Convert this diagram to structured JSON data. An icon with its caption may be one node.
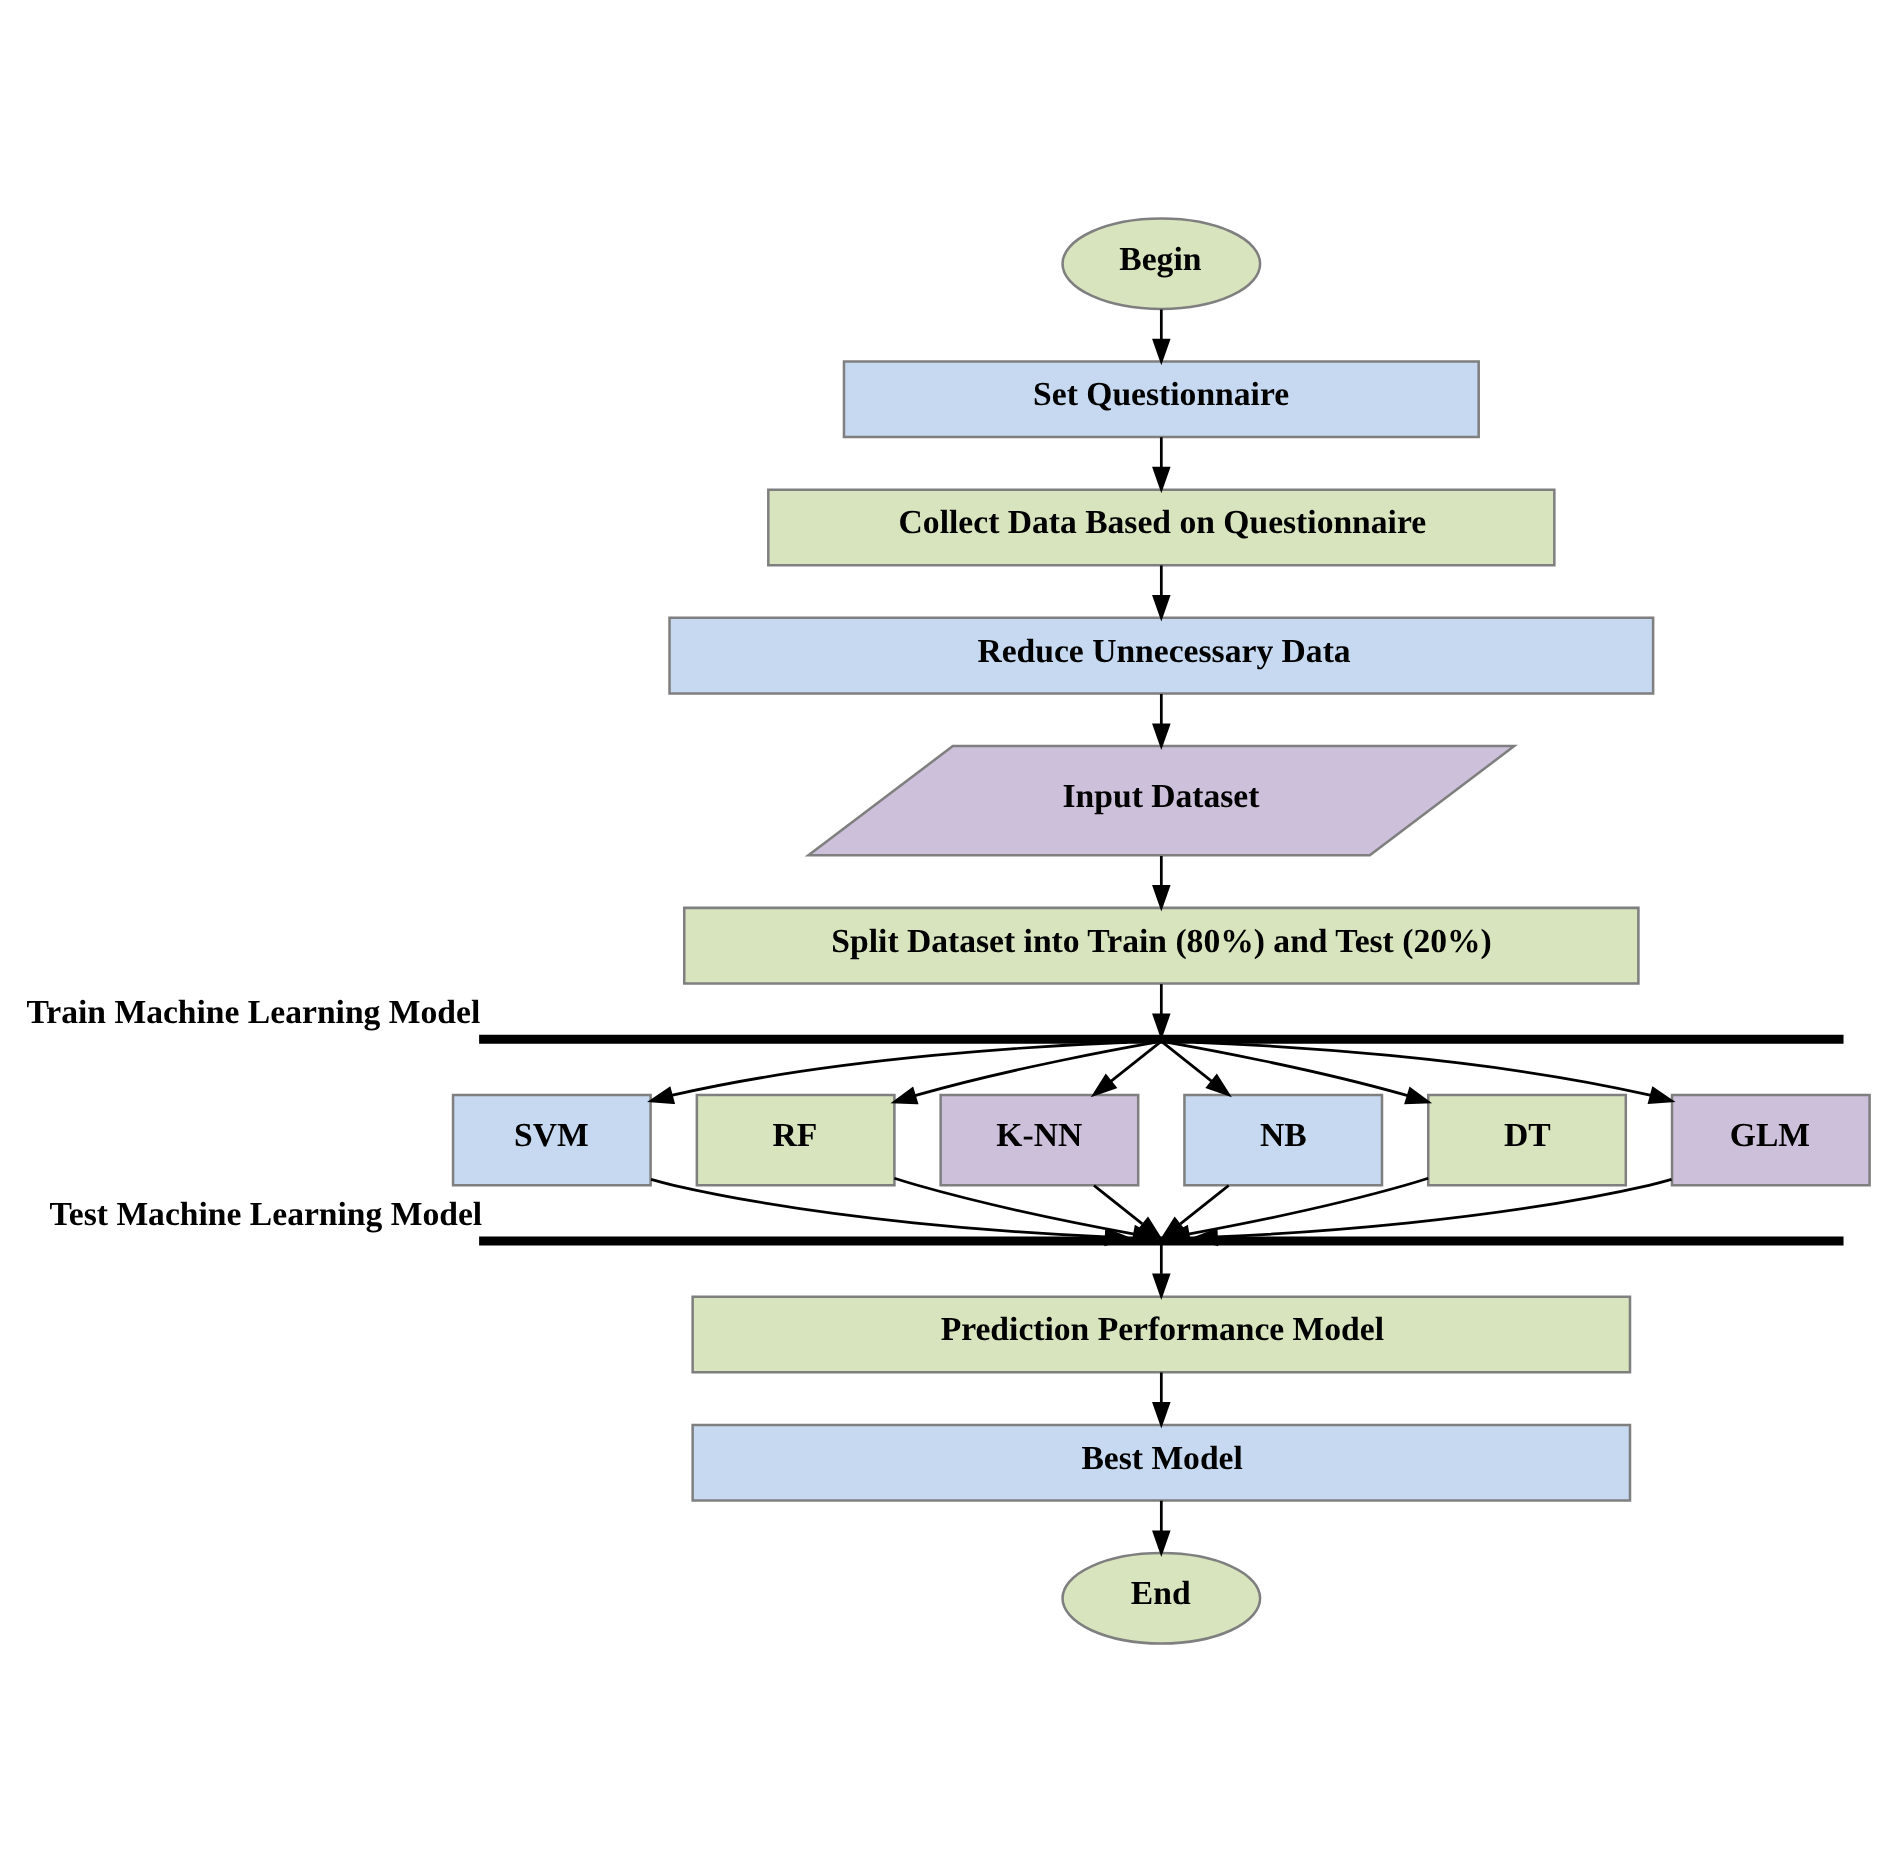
{
  "diagram": {
    "nodes": [
      {
        "text": [
          "Begin"
        ]
      },
      {
        "text": [
          "Set Questionnaire"
        ]
      },
      {
        "text": [
          "Collect Data Based on Questionnaire"
        ]
      },
      {
        "text": [
          "Reduce Unnecessary Data"
        ]
      },
      {
        "text": [
          "Input Dataset"
        ]
      },
      {
        "text": [
          "Split Dataset into Train (80%) and Test (20%)"
        ]
      },
      {
        "text": [],
        "shape": "bar",
        "beside": [
          "Train Machine Learning Model"
        ]
      },
      {
        "text": [
          "SVM"
        ]
      },
      {
        "text": [
          "RF"
        ]
      },
      {
        "text": [
          "K-NN"
        ]
      },
      {
        "text": [
          "NB"
        ]
      },
      {
        "text": [
          "DT"
        ]
      },
      {
        "text": [
          "GLM"
        ]
      },
      {
        "text": [],
        "shape": "bar",
        "beside": [
          "Test Machine Learning Model"
        ]
      },
      {
        "text": [
          "Prediction Performance Model"
        ]
      },
      {
        "text": [
          "Best Model"
        ]
      },
      {
        "text": [
          "End"
        ]
      }
    ],
    "edges": [
      {
        "from": 0,
        "to": 1,
        "arrow": "to"
      },
      {
        "from": 1,
        "to": 2,
        "arrow": "to"
      },
      {
        "from": 2,
        "to": 3,
        "arrow": "to"
      },
      {
        "from": 3,
        "to": 4,
        "arrow": "to"
      },
      {
        "from": 4,
        "to": 5,
        "arrow": "to"
      },
      {
        "from": 5,
        "to": 6,
        "arrow": "to"
      },
      {
        "from": 6,
        "to": 7,
        "arrow": "to"
      },
      {
        "from": 6,
        "to": 8,
        "arrow": "to"
      },
      {
        "from": 6,
        "to": 9,
        "arrow": "to"
      },
      {
        "from": 6,
        "to": 10,
        "arrow": "to"
      },
      {
        "from": 6,
        "to": 11,
        "arrow": "to"
      },
      {
        "from": 6,
        "to": 12,
        "arrow": "to"
      },
      {
        "from": 7,
        "to": 13,
        "arrow": "to"
      },
      {
        "from": 8,
        "to": 13,
        "arrow": "to"
      },
      {
        "from": 9,
        "to": 13,
        "arrow": "to"
      },
      {
        "from": 10,
        "to": 13,
        "arrow": "to"
      },
      {
        "from": 11,
        "to": 13,
        "arrow": "to"
      },
      {
        "from": 12,
        "to": 13,
        "arrow": "to"
      },
      {
        "from": 13,
        "to": 14,
        "arrow": "to"
      },
      {
        "from": 14,
        "to": 15,
        "arrow": "to"
      },
      {
        "from": 15,
        "to": 16,
        "arrow": "to"
      }
    ]
  }
}
